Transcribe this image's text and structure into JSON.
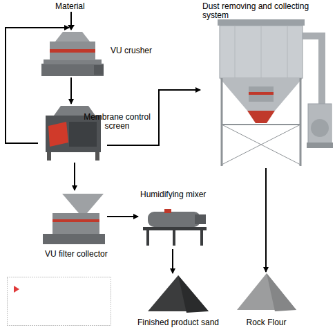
{
  "diagram": {
    "nodes": [
      {
        "text": [
          "VU crusher"
        ]
      },
      {
        "text": [
          "Membrane control screen"
        ]
      },
      {
        "text": [
          "Dust removing and collecting system"
        ]
      },
      {
        "text": [
          "VU filter collector"
        ]
      },
      {
        "text": [
          "Humidifying mixer"
        ]
      },
      {
        "text": [
          "Finished product sand"
        ]
      },
      {
        "text": [
          "Rock Flour"
        ]
      }
    ],
    "edges": [
      {
        "from": 0,
        "to": 1,
        "arrow": "to"
      },
      {
        "from": 1,
        "to": 2,
        "arrow": "to"
      },
      {
        "from": 1,
        "to": 0,
        "arrow": "to"
      },
      {
        "from": 1,
        "to": 3,
        "arrow": "to"
      },
      {
        "from": 3,
        "to": 4,
        "arrow": "to"
      },
      {
        "from": 4,
        "to": 5,
        "arrow": "to"
      },
      {
        "from": 2,
        "to": 6,
        "arrow": "to"
      }
    ],
    "labels": [
      "Material"
    ]
  }
}
